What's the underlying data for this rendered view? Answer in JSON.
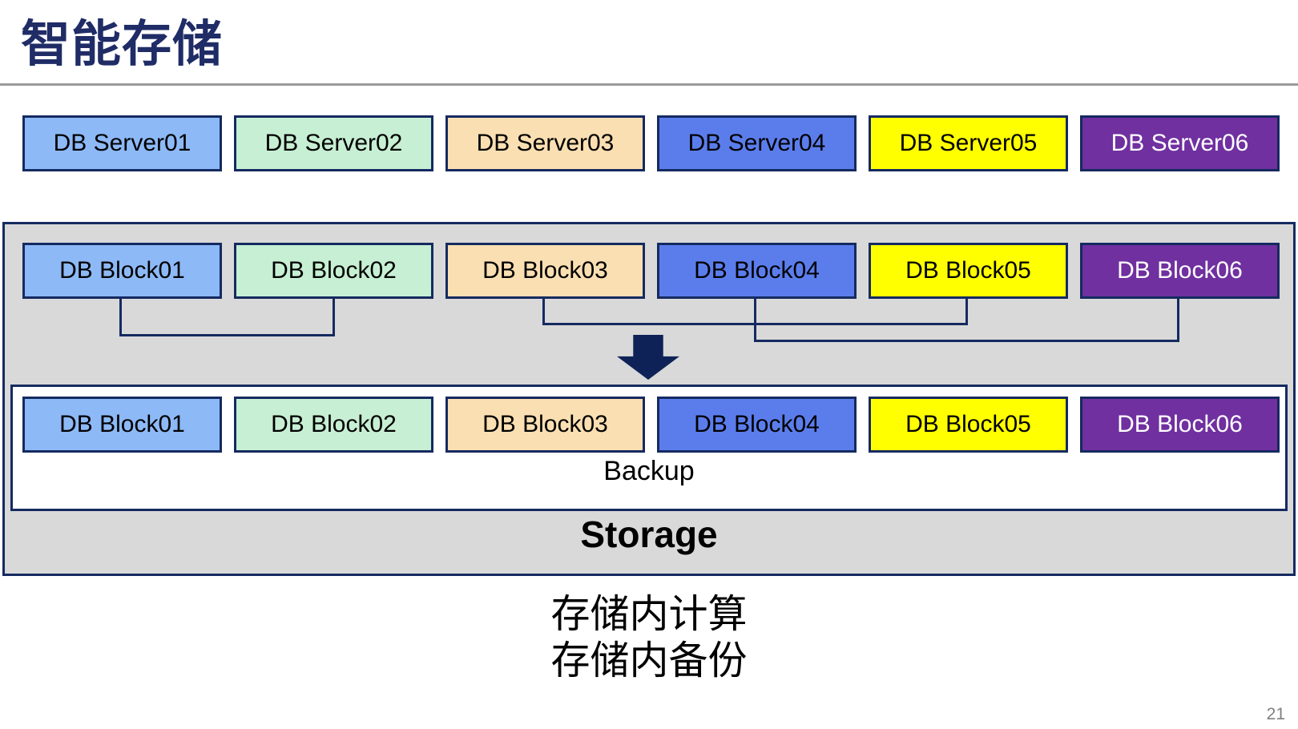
{
  "slide": {
    "title": "智能存储",
    "page_number": "21",
    "caption_line1": "存储内计算",
    "caption_line2": "存储内备份"
  },
  "servers": [
    {
      "label": "DB Server01",
      "fill": "#8DB9F7",
      "text": "#000000"
    },
    {
      "label": "DB Server02",
      "fill": "#C7EFD3",
      "text": "#000000"
    },
    {
      "label": "DB Server03",
      "fill": "#FADFB2",
      "text": "#000000"
    },
    {
      "label": "DB Server04",
      "fill": "#5B7DEC",
      "text": "#000000"
    },
    {
      "label": "DB Server05",
      "fill": "#FFFF00",
      "text": "#000000"
    },
    {
      "label": "DB Server06",
      "fill": "#7030A0",
      "text": "#FFFFFF"
    }
  ],
  "storage_box": {
    "label": "Storage",
    "blocks_top": [
      {
        "label": "DB Block01",
        "fill": "#8DB9F7",
        "text": "#000000"
      },
      {
        "label": "DB Block02",
        "fill": "#C7EFD3",
        "text": "#000000"
      },
      {
        "label": "DB Block03",
        "fill": "#FADFB2",
        "text": "#000000"
      },
      {
        "label": "DB Block04",
        "fill": "#5B7DEC",
        "text": "#000000"
      },
      {
        "label": "DB Block05",
        "fill": "#FFFF00",
        "text": "#000000"
      },
      {
        "label": "DB Block06",
        "fill": "#7030A0",
        "text": "#FFFFFF"
      }
    ],
    "backup": {
      "label": "Backup",
      "blocks": [
        {
          "label": "DB Block01",
          "fill": "#8DB9F7",
          "text": "#000000"
        },
        {
          "label": "DB Block02",
          "fill": "#C7EFD3",
          "text": "#000000"
        },
        {
          "label": "DB Block03",
          "fill": "#FADFB2",
          "text": "#000000"
        },
        {
          "label": "DB Block04",
          "fill": "#5B7DEC",
          "text": "#000000"
        },
        {
          "label": "DB Block05",
          "fill": "#FFFF00",
          "text": "#000000"
        },
        {
          "label": "DB Block06",
          "fill": "#7030A0",
          "text": "#FFFFFF"
        }
      ]
    },
    "connections": [
      "DB Block01 - DB Block02",
      "DB Block03 - DB Block05",
      "DB Block04 - DB Block06"
    ]
  },
  "colors": {
    "title": "#1F2C66",
    "box_border": "#152A60",
    "connector": "#152A60",
    "container_fill": "#D9D9D9",
    "arrow": "#0F2257",
    "divider": "#9B9B9B",
    "page_number": "#808080"
  }
}
